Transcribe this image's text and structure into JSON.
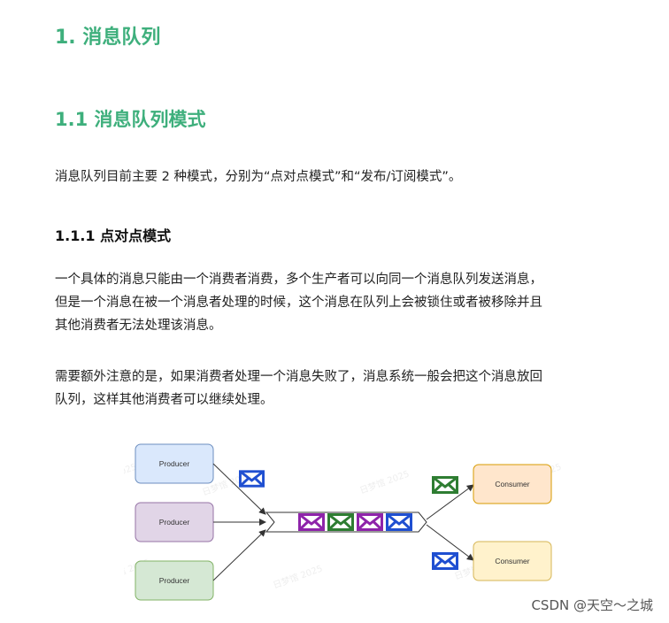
{
  "heading1": "1. 消息队列",
  "heading2": "1.1 消息队列模式",
  "intro": "消息队列目前主要 2 种模式，分别为“点对点模式”和“发布/订阅模式”。",
  "heading3": "1.1.1 点对点模式",
  "para1": [
    "一个具体的消息只能由一个消费者消费，多个生产者可以向同一个消息队列发送消息，",
    "但是一个消息在被一个消息者处理的时候，这个消息在队列上会被锁住或者被移除并且",
    "其他消费者无法处理该消息。"
  ],
  "para2": [
    "需要额外注意的是，如果消费者处理一个消息失败了，消息系统一般会把这个消息放回",
    "队列，这样其他消费者可以继续处理。"
  ],
  "diagram": {
    "producers": [
      "Producer",
      "Producer",
      "Producer"
    ],
    "consumers": [
      "Consumer",
      "Consumer"
    ],
    "watermark": "日梦馆 2025",
    "colors": {
      "producer1_fill": "#dae8fc",
      "producer1_stroke": "#6c8ebf",
      "producer2_fill": "#e1d5e7",
      "producer2_stroke": "#9673a6",
      "producer3_fill": "#d5e8d4",
      "producer3_stroke": "#82b366",
      "consumer_fill": "#ffe6cc",
      "consumer_stroke": "#d79b00",
      "consumer2_fill": "#fff2cc",
      "consumer2_stroke": "#d6b656",
      "envelope_blue": "#1f4fd1",
      "envelope_green": "#2e7d32",
      "envelope_purple": "#8e24aa"
    },
    "icons": [
      "envelope-icon"
    ]
  },
  "footer": "CSDN @天空～之城"
}
